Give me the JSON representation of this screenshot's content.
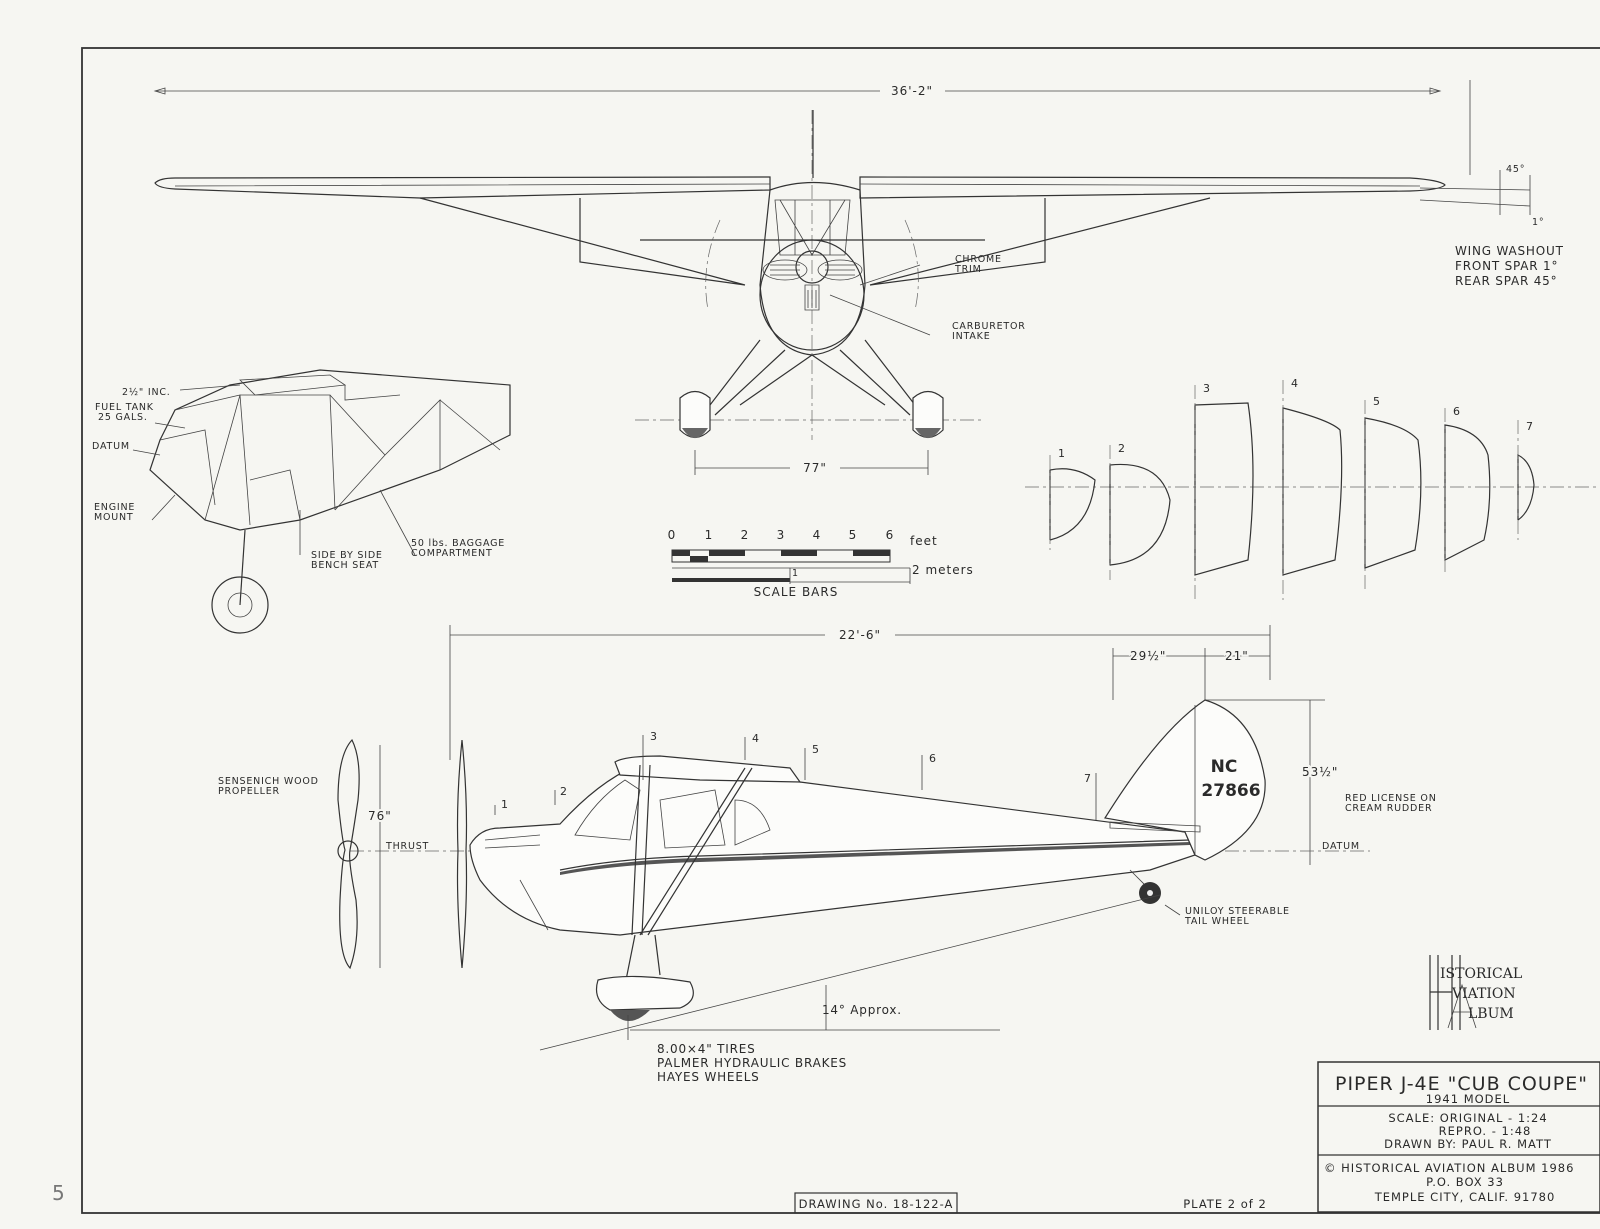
{
  "top_view": {
    "span_dim": "36'-2\"",
    "track_dim": "77\"",
    "washout_angle_top": "45°",
    "washout_angle_bottom": "1°",
    "chrome_trim": [
      "CHROME",
      "TRIM"
    ],
    "carburetor_intake": [
      "CARBURETOR",
      "INTAKE"
    ],
    "wing_washout": [
      "WING WASHOUT",
      "FRONT SPAR 1°",
      "REAR SPAR 45°"
    ]
  },
  "cutaway_view": {
    "incidence": "2½\" INC.",
    "fuel_tank": [
      "FUEL TANK",
      "25 GALS."
    ],
    "datum": "DATUM",
    "engine_mount": [
      "ENGINE",
      "MOUNT"
    ],
    "bench_seat": [
      "SIDE BY SIDE",
      "BENCH SEAT"
    ],
    "baggage": [
      "50 lbs. BAGGAGE",
      "COMPARTMENT"
    ]
  },
  "scale_bars": {
    "feet_ticks": [
      "0",
      "1",
      "2",
      "3",
      "4",
      "5",
      "6"
    ],
    "feet_unit": "feet",
    "meters_unit": "2 meters",
    "meters_tick": "1",
    "title": "SCALE BARS"
  },
  "cross_sections": {
    "stations": [
      "1",
      "2",
      "3",
      "4",
      "5",
      "6",
      "7"
    ]
  },
  "side_view": {
    "length_dim": "22'-6\"",
    "tail_dim_a": "29½\"",
    "tail_dim_b": "21\"",
    "height_dim": "53½\"",
    "prop_dim": "76\"",
    "thrust": "THRUST",
    "datum": "DATUM",
    "propeller": [
      "SENSENICH WOOD",
      "PROPELLER"
    ],
    "registration_prefix": "NC",
    "registration_number": "27866",
    "license_note": [
      "RED LICENSE ON",
      "CREAM RUDDER"
    ],
    "tail_wheel": [
      "UNILOY STEERABLE",
      "TAIL WHEEL"
    ],
    "ground_angle": "14° Approx.",
    "tire_notes": [
      "8.00×4\" TIRES",
      "PALMER HYDRAULIC BRAKES",
      "HAYES WHEELS"
    ],
    "station_labels": [
      "1",
      "2",
      "3",
      "4",
      "5",
      "6",
      "7"
    ]
  },
  "logo": {
    "lines": [
      "ISTORICAL",
      "VIATION",
      "LBUM"
    ]
  },
  "title_block": {
    "title": "PIPER J-4E \"CUB COUPE\"",
    "model": "1941 MODEL",
    "scale_original": "SCALE: ORIGINAL - 1:24",
    "scale_repro": "REPRO.   - 1:48",
    "drawn_by": "DRAWN BY: PAUL R. MATT",
    "copyright": "© HISTORICAL AVIATION ALBUM 1986",
    "po_box": "P.O. BOX 33",
    "city": "TEMPLE CITY, CALIF. 91780"
  },
  "footer": {
    "drawing_no": "DRAWING No. 18-122-A",
    "plate": "PLATE 2 of 2",
    "margin_mark": "5"
  }
}
